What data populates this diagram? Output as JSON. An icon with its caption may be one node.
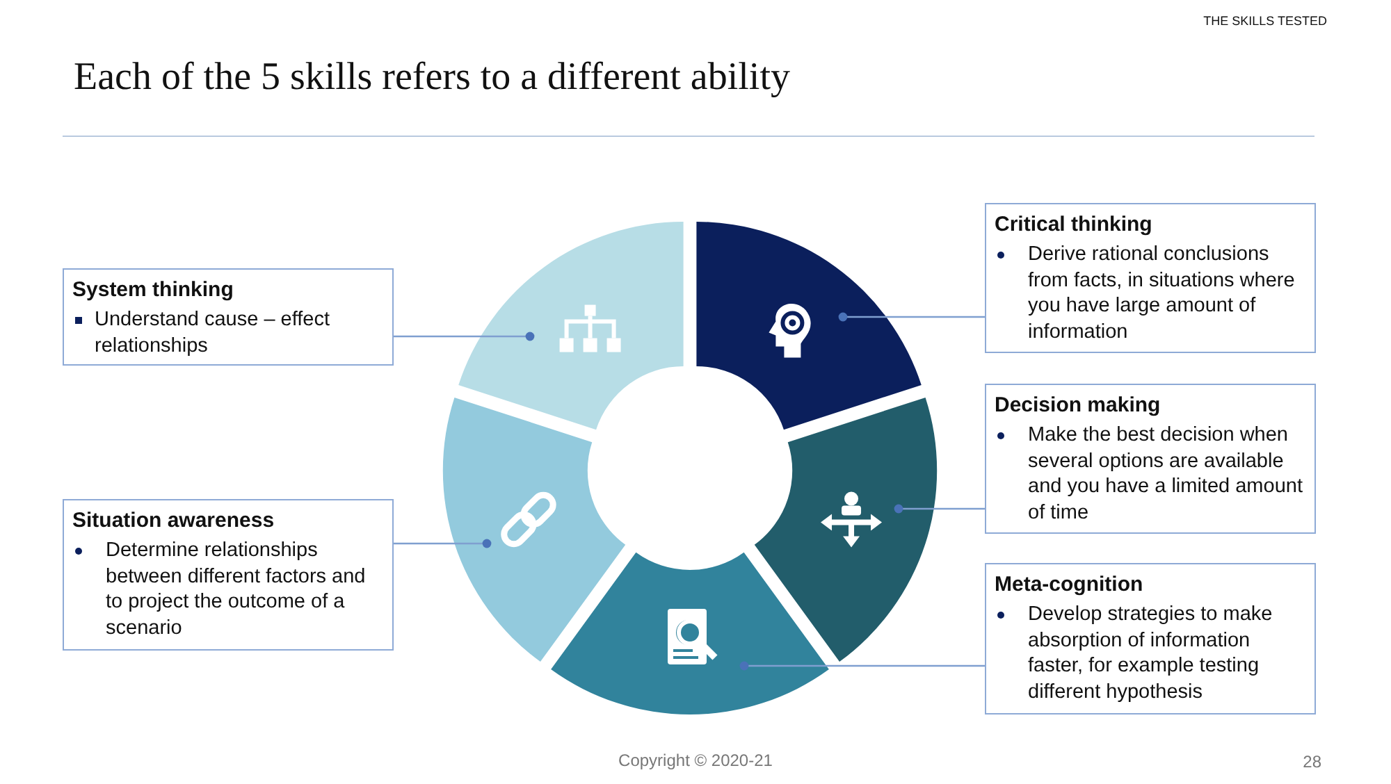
{
  "diagram": {
    "title": "Each of the 5 skills refers to a different ability",
    "nodes": [
      {
        "text": [
          "Critical thinking",
          "Derive rational conclusions from facts, in situations where you have large amount of information"
        ]
      },
      {
        "text": [
          "System thinking",
          "Understand cause – effect relationships"
        ]
      },
      {
        "text": [
          "Decision making",
          "Make the best decision when several options are available and you have a limited amount of time"
        ]
      },
      {
        "text": [
          "Situation awareness",
          "Determine relationships between different factors and to project the outcome of a scenario"
        ]
      },
      {
        "text": [
          "Meta-cognition",
          "Develop strategies to make absorption of information faster, for example testing different hypothesis"
        ]
      },
      {
        "text": [],
        "shape": "wedge"
      },
      {
        "text": [],
        "shape": "wedge"
      },
      {
        "text": [],
        "shape": "wedge"
      },
      {
        "text": [],
        "shape": "wedge"
      },
      {
        "text": [],
        "shape": "wedge"
      }
    ],
    "edges": [
      {
        "from": 0,
        "to": 6,
        "arrow": "other"
      },
      {
        "from": 1,
        "to": 5,
        "arrow": "other"
      },
      {
        "from": 2,
        "to": 8,
        "arrow": "other"
      },
      {
        "from": 3,
        "to": 7,
        "arrow": "other"
      },
      {
        "from": 4,
        "to": 9,
        "arrow": "other"
      }
    ],
    "labels": [
      "THE SKILLS TESTED",
      "Copyright © 2020-21",
      "28"
    ]
  }
}
